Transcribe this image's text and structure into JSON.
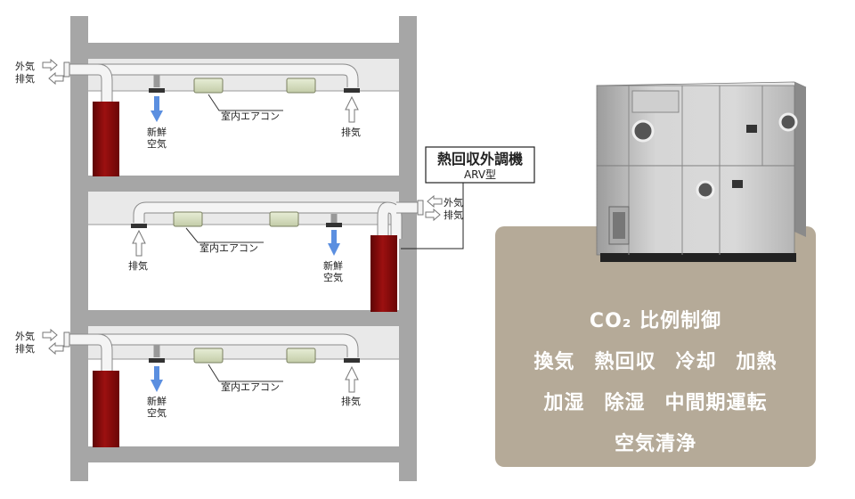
{
  "diagram": {
    "floors": [
      {
        "intake_label": "外気",
        "exhaust_label": "排気",
        "ac_label": "室内エアコン",
        "fresh_air_label": [
          "新鮮",
          "空気"
        ],
        "exhaust_vent_label": "排気"
      },
      {
        "intake_label": "外気",
        "exhaust_label": "排気",
        "ac_label": "室内エアコン",
        "fresh_air_label": [
          "新鮮",
          "空気"
        ],
        "exhaust_vent_label": "排気"
      },
      {
        "intake_label": "外気",
        "exhaust_label": "排気",
        "ac_label": "室内エアコン",
        "fresh_air_label": [
          "新鮮",
          "空気"
        ],
        "exhaust_vent_label": "排気"
      }
    ],
    "callout": {
      "title": "熱回収外調機",
      "model": "ARV型"
    },
    "colors": {
      "unit": "#8b0a0a",
      "fresh_arrow": "#5b8fe0",
      "building": "#a6a6a6",
      "ceiling": "#e9e9e9"
    }
  },
  "product": {
    "image": "air-handling-unit-photo"
  },
  "features": {
    "lines": [
      [
        "CO₂ 比例制御"
      ],
      [
        "換気",
        "熱回収",
        "冷却",
        "加熱"
      ],
      [
        "加湿",
        "除湿",
        "中間期運転"
      ],
      [
        "空気清浄"
      ]
    ],
    "panel_color": "#b5aa98"
  }
}
